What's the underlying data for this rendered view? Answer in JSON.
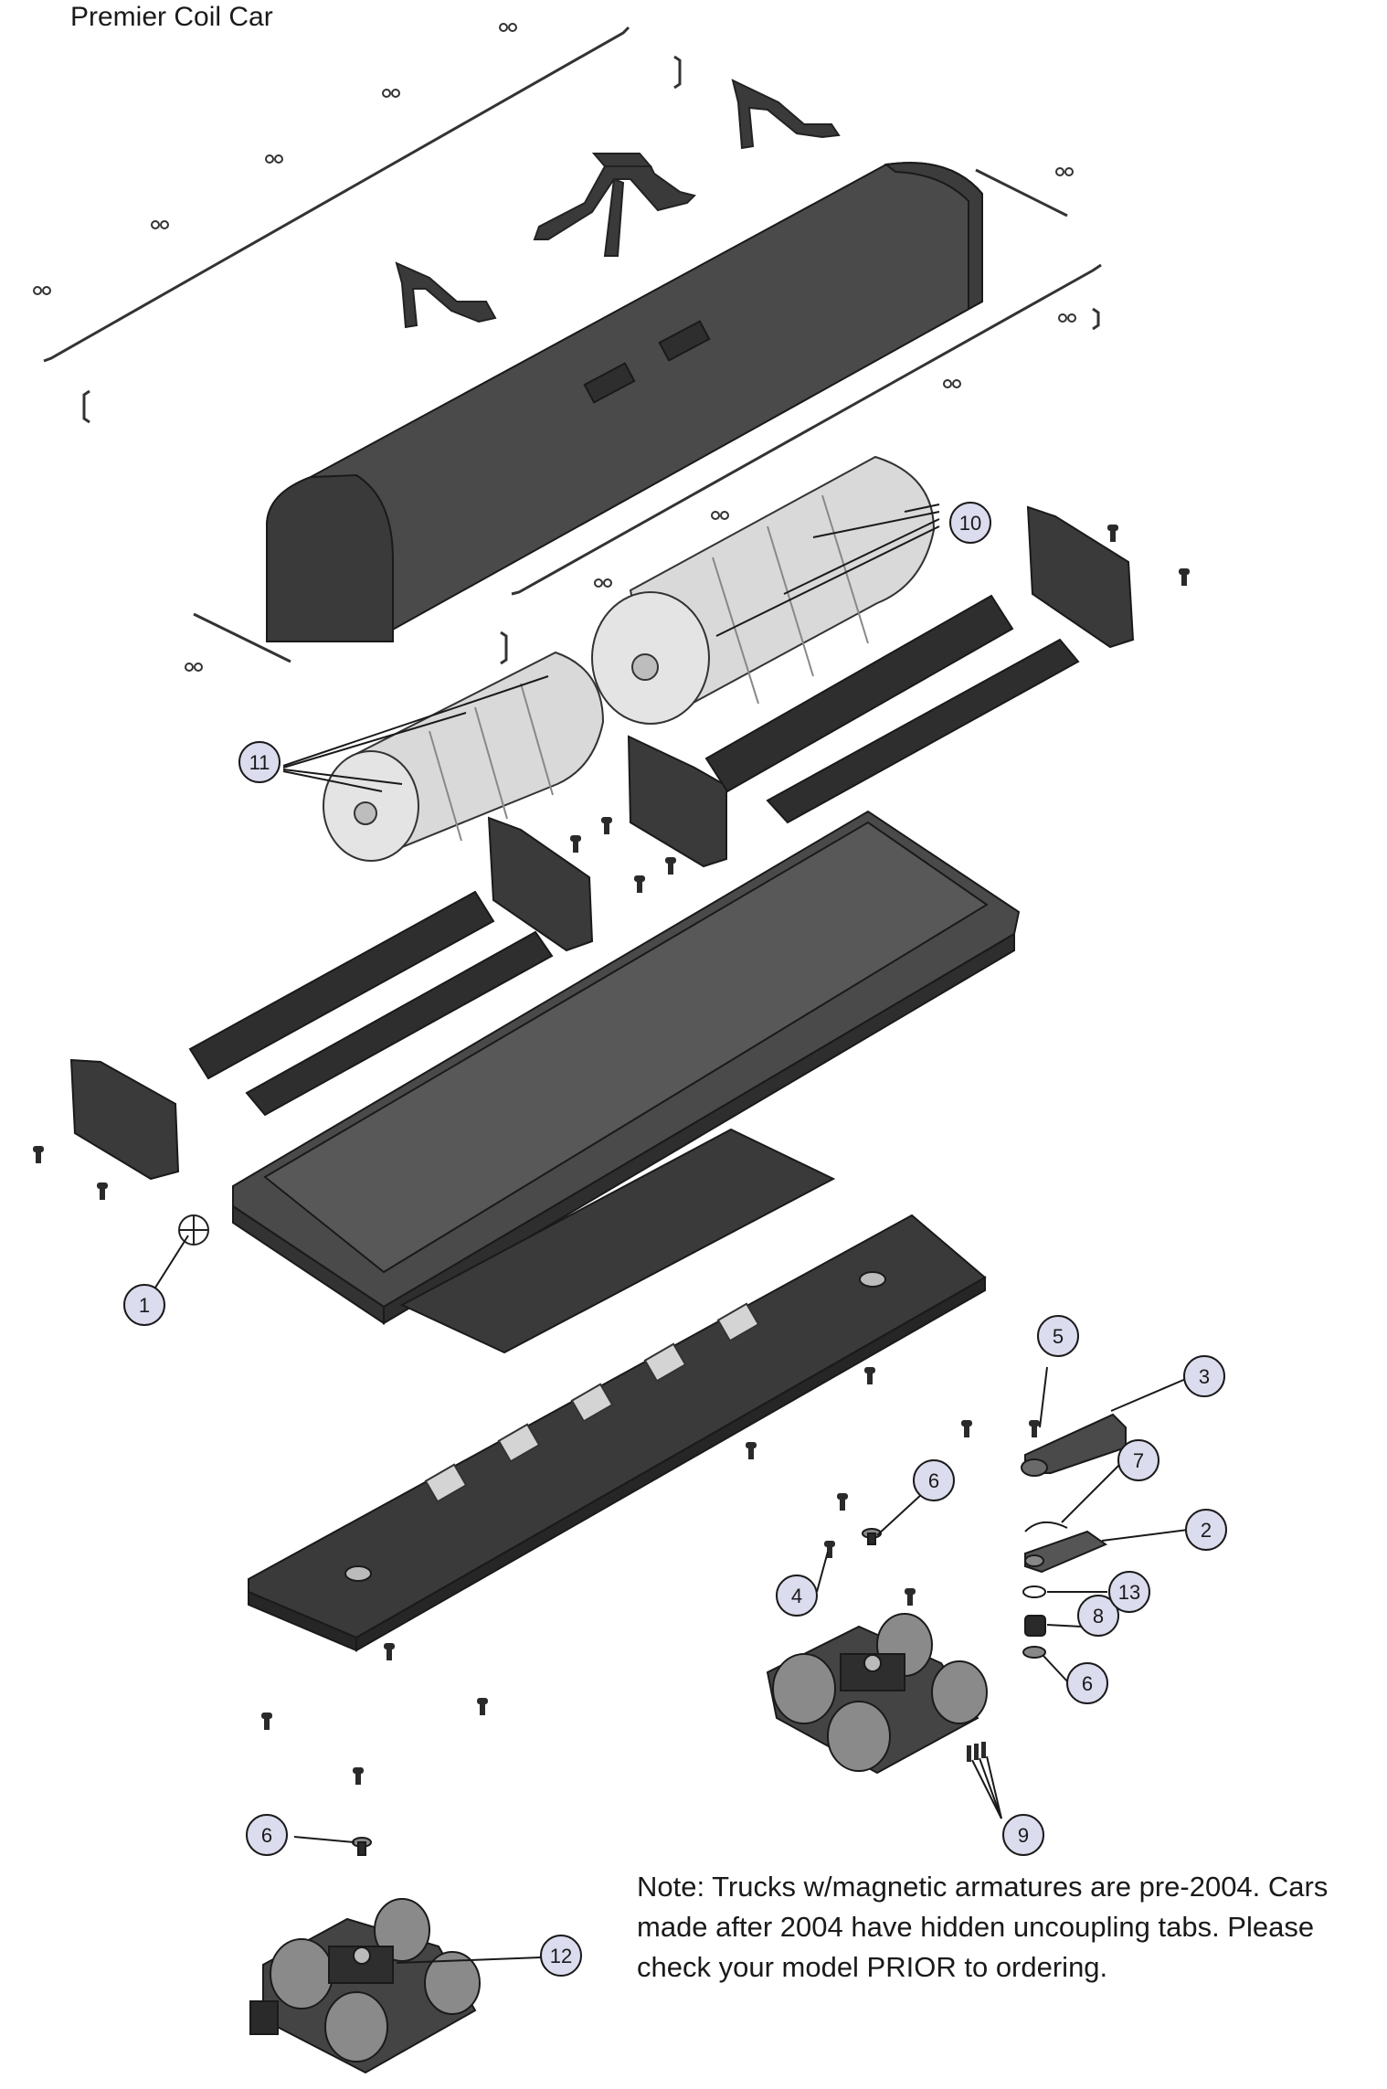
{
  "title": "Premier Coil Car",
  "note_lines": [
    "Note: Trucks w/magnetic armatures are pre-2004. Cars",
    "made after 2004 have hidden uncoupling tabs. Please",
    "check your model PRIOR to ordering."
  ],
  "callouts": [
    {
      "label": "1"
    },
    {
      "label": "2"
    },
    {
      "label": "3"
    },
    {
      "label": "4"
    },
    {
      "label": "5"
    },
    {
      "label": "6"
    },
    {
      "label": "6"
    },
    {
      "label": "6"
    },
    {
      "label": "7"
    },
    {
      "label": "8"
    },
    {
      "label": "9"
    },
    {
      "label": "10"
    },
    {
      "label": "11"
    },
    {
      "label": "12"
    },
    {
      "label": "13"
    }
  ],
  "colors": {
    "part_dark": "#3a3a3a",
    "part_mid": "#555555",
    "coil_light": "#d9d9d9",
    "callout_fill": "#dcdcef",
    "line": "#1a1a1a"
  }
}
